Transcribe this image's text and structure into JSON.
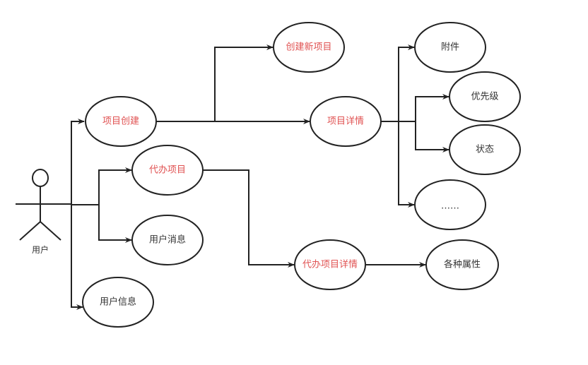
{
  "actor": {
    "label": "用户"
  },
  "nodes": {
    "project_create": {
      "label": "项目创建",
      "highlight": true
    },
    "create_new_project": {
      "label": "创建新项目",
      "highlight": true
    },
    "project_detail": {
      "label": "项目详情",
      "highlight": true
    },
    "attachment": {
      "label": "附件",
      "highlight": false
    },
    "priority": {
      "label": "优先级",
      "highlight": false
    },
    "status": {
      "label": "状态",
      "highlight": false
    },
    "more": {
      "label": "……",
      "highlight": false
    },
    "todo_project": {
      "label": "代办项目",
      "highlight": true
    },
    "user_message": {
      "label": "用户消息",
      "highlight": false
    },
    "todo_project_detail": {
      "label": "代办项目详情",
      "highlight": true
    },
    "attributes": {
      "label": "各种属性",
      "highlight": false
    },
    "user_info": {
      "label": "用户信息",
      "highlight": false
    }
  },
  "colors": {
    "highlight_text": "#e05252",
    "normal_text": "#333333",
    "stroke": "#222222"
  }
}
